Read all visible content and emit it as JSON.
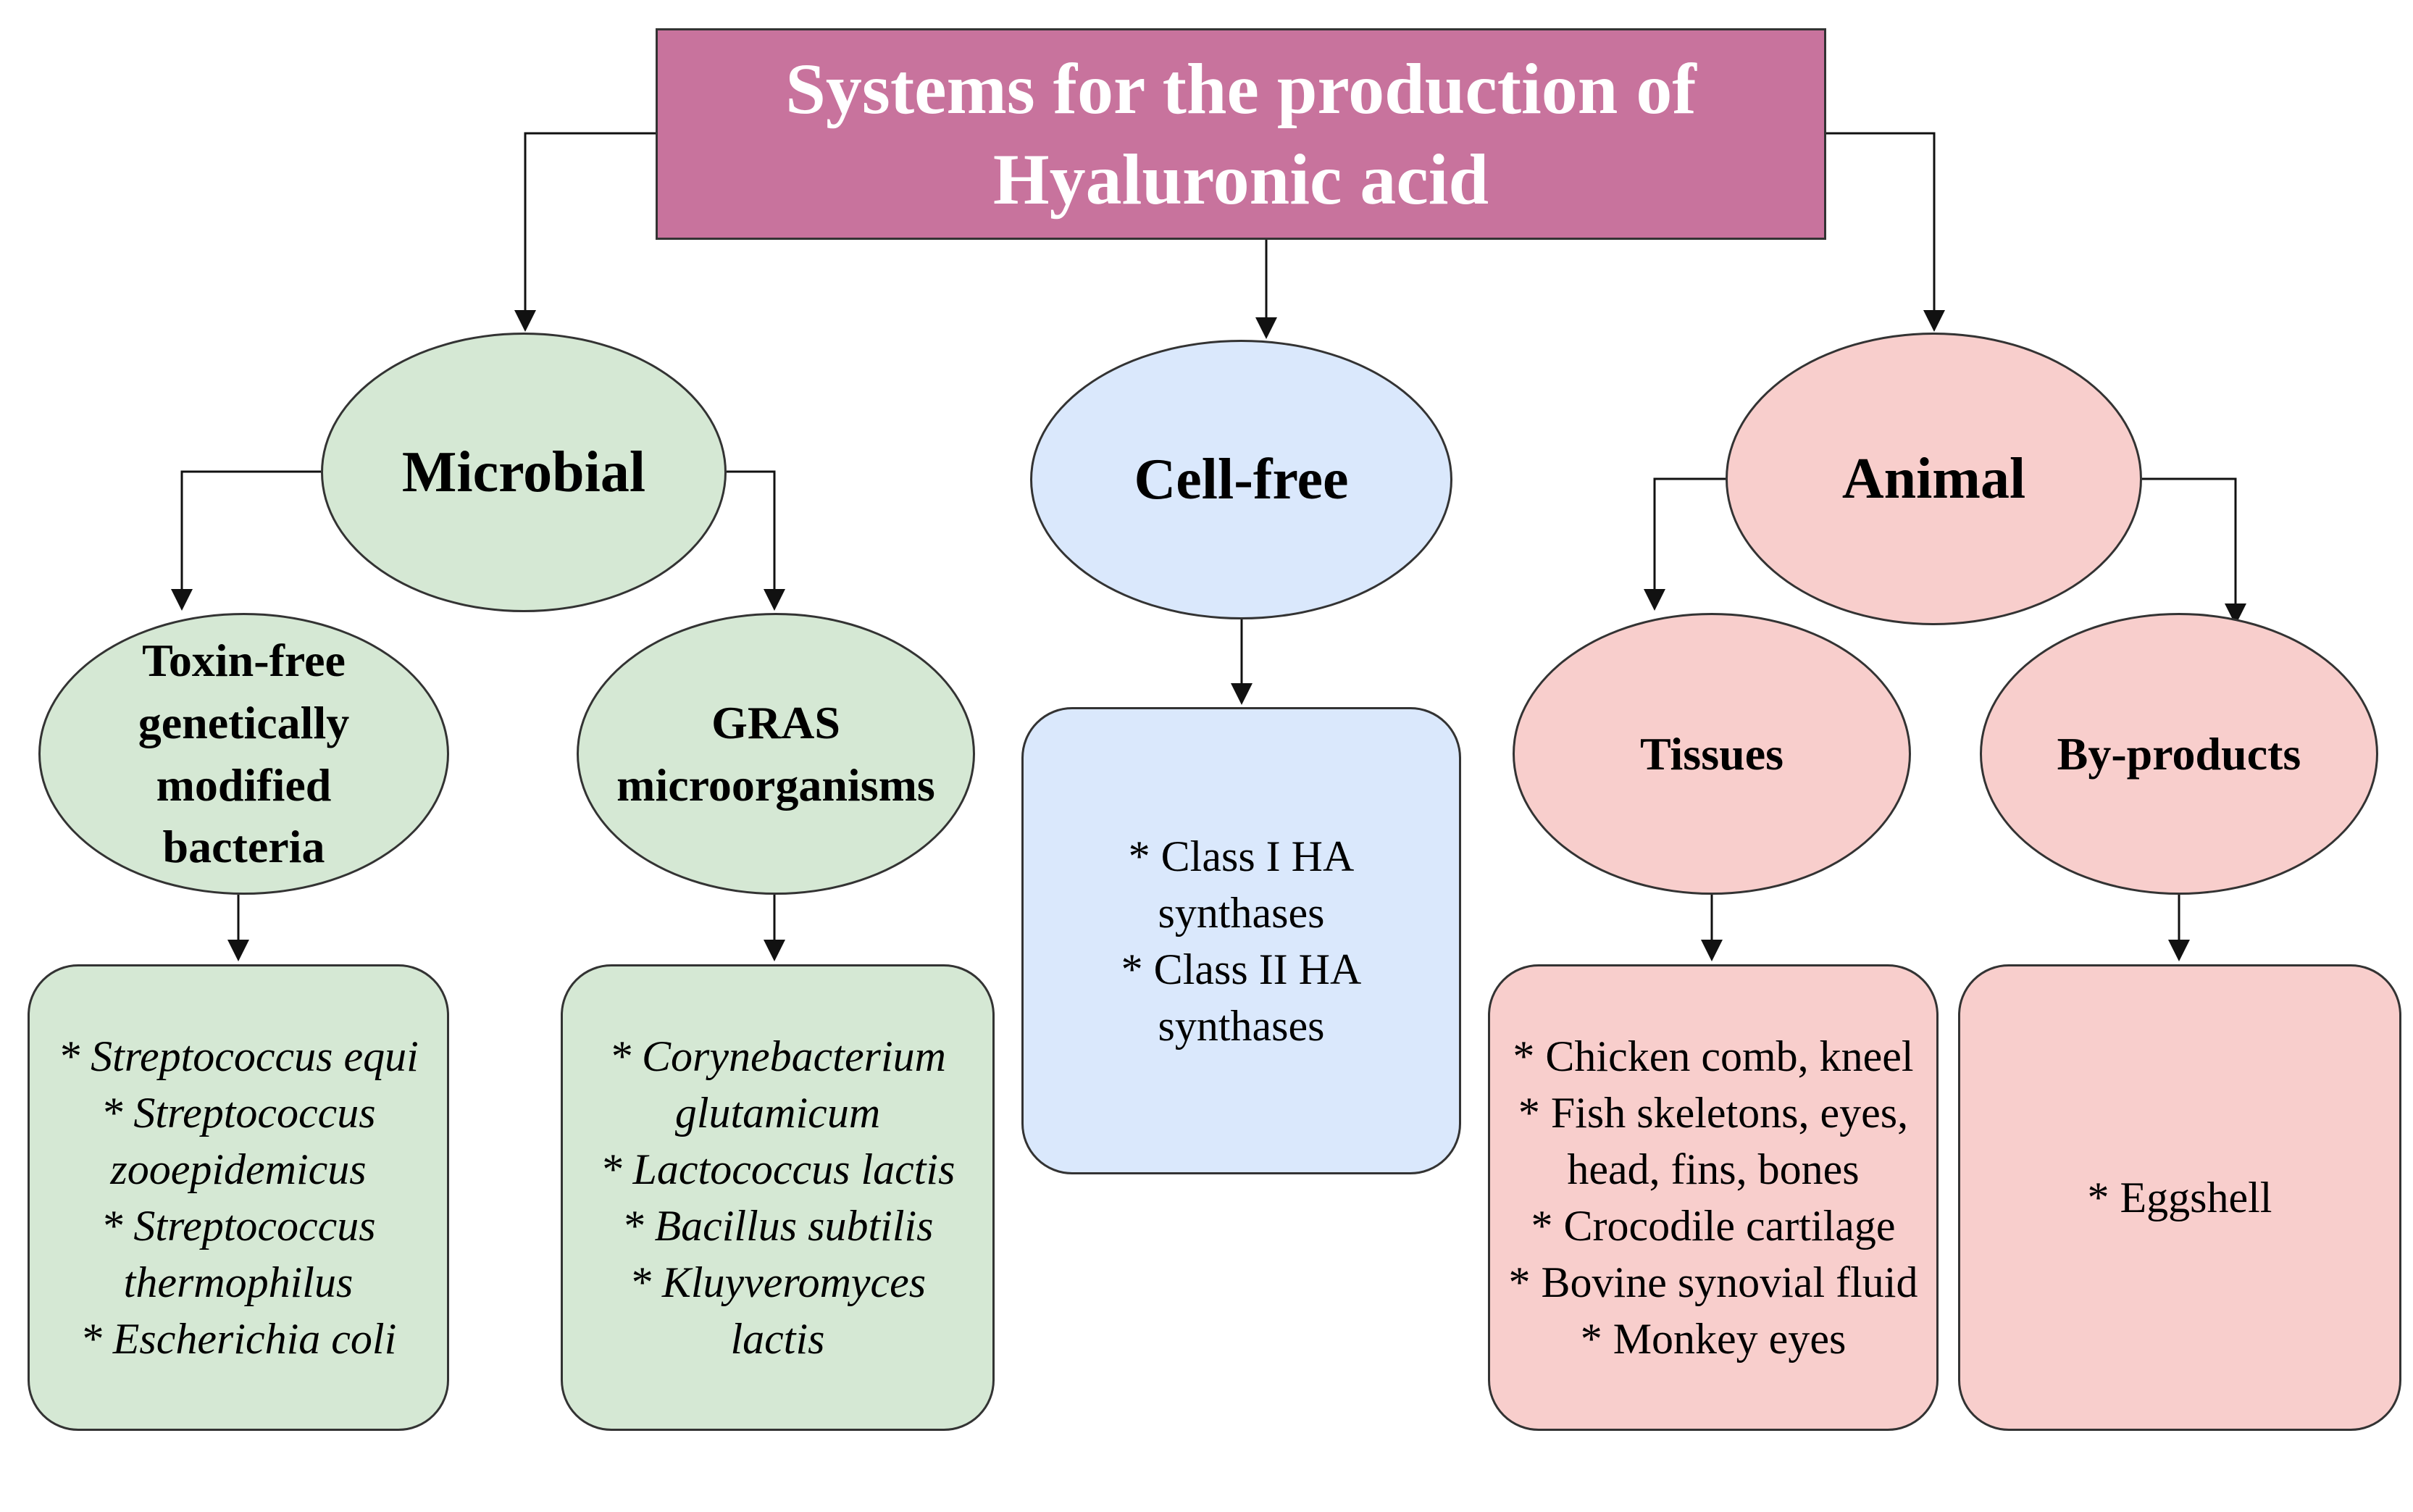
{
  "title": {
    "line1": "Systems for the production of",
    "line2": "Hyaluronic acid"
  },
  "categories": {
    "microbial": "Microbial",
    "cell_free": "Cell-free",
    "animal": "Animal"
  },
  "subcategories": {
    "toxin_free": [
      "Toxin-free",
      "genetically",
      "modified",
      "bacteria"
    ],
    "gras": [
      "GRAS",
      "microorganisms"
    ],
    "tissues": "Tissues",
    "by_products": "By-products"
  },
  "lists": {
    "toxin_free_examples": [
      "* Streptococcus equi",
      "* Streptococcus",
      "zooepidemicus",
      "* Streptococcus",
      "thermophilus",
      "* Escherichia coli"
    ],
    "gras_examples": [
      "* Corynebacterium",
      "glutamicum",
      "* Lactococcus lactis",
      "* Bacillus subtilis",
      "* Kluyveromyces",
      "lactis"
    ],
    "cell_free_examples": [
      "* Class I HA",
      "synthases",
      "* Class II HA",
      "synthases"
    ],
    "tissues_examples": [
      "* Chicken comb, kneel",
      "* Fish skeletons, eyes,",
      "head, fins, bones",
      "* Crocodile cartilage",
      "* Bovine synovial fluid",
      "* Monkey eyes"
    ],
    "by_products_examples": [
      "* Eggshell"
    ]
  },
  "colors": {
    "title_fill": "#c8739d",
    "microbial_fill": "#d5e8d4",
    "cell_free_fill": "#dae8fc",
    "animal_fill": "#f8cecc",
    "stroke": "#333333"
  }
}
